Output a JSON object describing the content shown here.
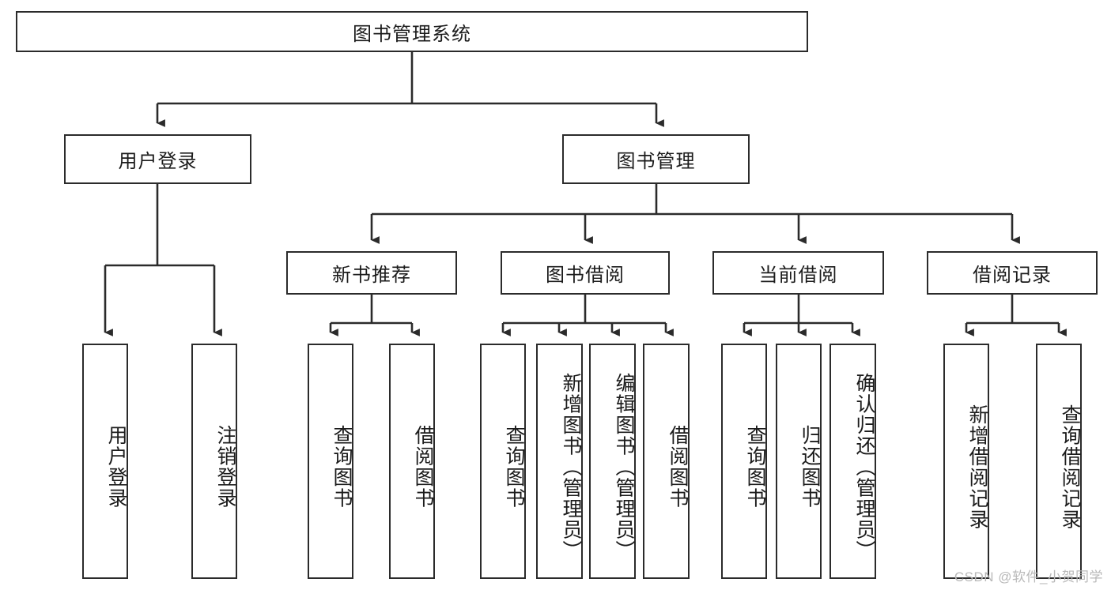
{
  "diagram": {
    "title": "图书管理系统",
    "type": "tree-hierarchy",
    "watermark": "CSDN @软件_小贺同学",
    "stroke_color": "#2b2b2b",
    "fill_color": "#ffffff",
    "text_color": "#1b1b1b"
  },
  "nodes": {
    "root": {
      "label": "图书管理系统"
    },
    "level2": [
      {
        "label": "用户登录"
      },
      {
        "label": "图书管理"
      }
    ],
    "level3": [
      {
        "label": "新书推荐"
      },
      {
        "label": "图书借阅"
      },
      {
        "label": "当前借阅"
      },
      {
        "label": "借阅记录"
      }
    ],
    "leaves": {
      "user_login": [
        {
          "label": "用户登录"
        },
        {
          "label": "注销登录"
        }
      ],
      "new_book_recommend": [
        {
          "label": "查询图书"
        },
        {
          "label": "借阅图书"
        }
      ],
      "book_borrow": [
        {
          "label": "查询图书"
        },
        {
          "label": "新增图书（管理员）"
        },
        {
          "label": "编辑图书（管理员）"
        },
        {
          "label": "借阅图书"
        }
      ],
      "current_borrow": [
        {
          "label": "查询图书"
        },
        {
          "label": "归还图书"
        },
        {
          "label": "确认归还（管理员）"
        }
      ],
      "borrow_record": [
        {
          "label": "新增借阅记录"
        },
        {
          "label": "查询借阅记录"
        }
      ]
    }
  }
}
